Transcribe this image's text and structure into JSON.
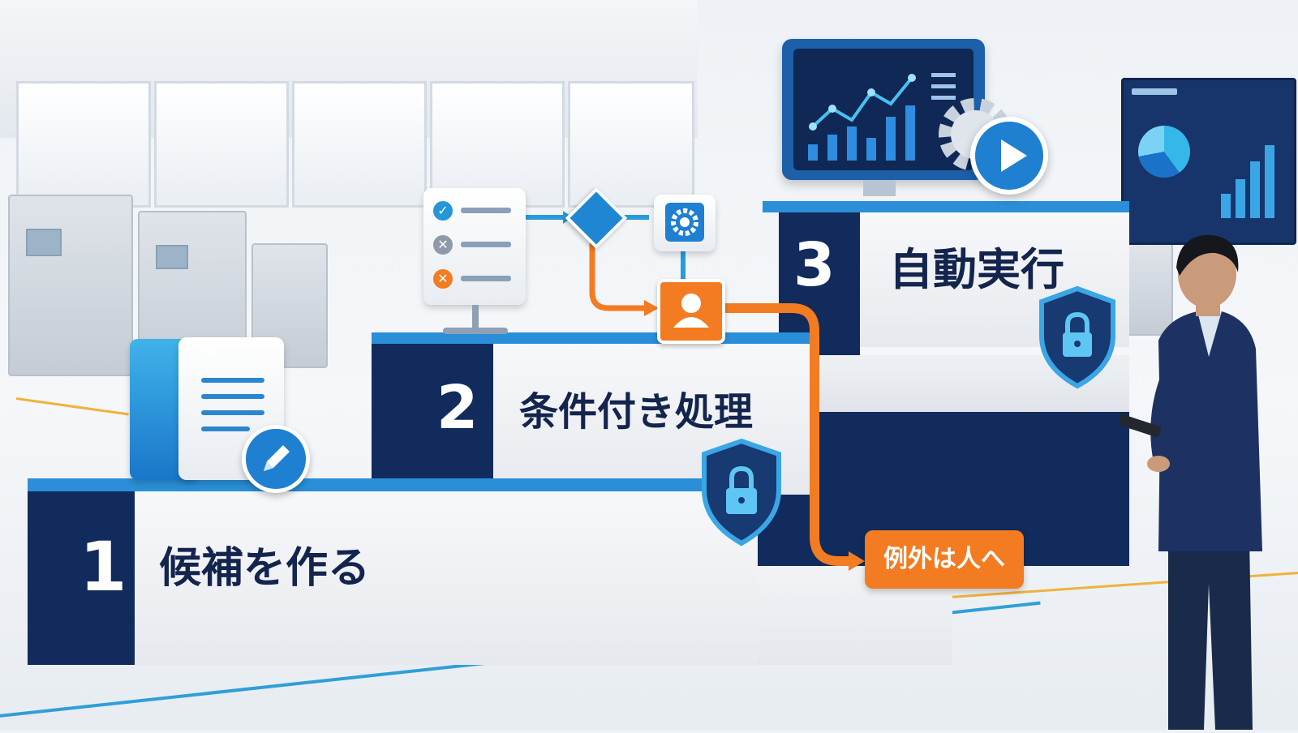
{
  "steps": [
    {
      "number": "1",
      "label": "候補を作る"
    },
    {
      "number": "2",
      "label": "条件付き処理"
    },
    {
      "number": "3",
      "label": "自動実行"
    }
  ],
  "exception_badge": "例外は人へ",
  "icons": {
    "step1": "document-edit-icon",
    "step2_checklist": "checklist-icon",
    "step2_decision": "decision-diamond-icon",
    "step2_settings": "gear-icon",
    "step2_person": "person-icon",
    "step3_monitor": "analytics-monitor-icon",
    "step3_gear": "gear-icon",
    "step3_play": "play-icon",
    "security": "shield-lock-icon"
  },
  "colors": {
    "navy": "#102b5c",
    "blue": "#2a8fd8",
    "orange": "#f37b21",
    "face": "#f2f4f7"
  }
}
